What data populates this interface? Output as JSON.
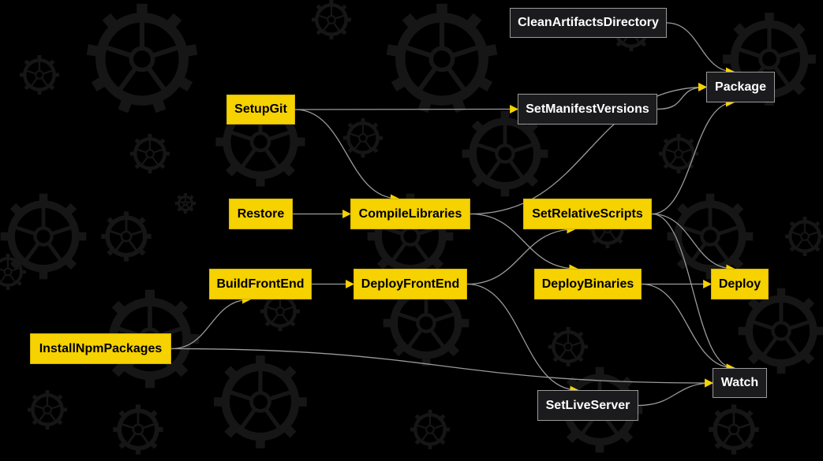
{
  "colors": {
    "background": "#000000",
    "gear": "#161616",
    "edge": "#9a9a9a",
    "arrow": "#f5d200",
    "target_fill": "#f5d200",
    "dark_fill": "#1b1b1e"
  },
  "nodes": {
    "clean": {
      "label": "CleanArtifactsDirectory",
      "style": "dark"
    },
    "package": {
      "label": "Package",
      "style": "dark"
    },
    "setupgit": {
      "label": "SetupGit",
      "style": "target"
    },
    "manifest": {
      "label": "SetManifestVersions",
      "style": "dark"
    },
    "restore": {
      "label": "Restore",
      "style": "target"
    },
    "compile": {
      "label": "CompileLibraries",
      "style": "target"
    },
    "relscripts": {
      "label": "SetRelativeScripts",
      "style": "target"
    },
    "buildfe": {
      "label": "BuildFrontEnd",
      "style": "target"
    },
    "deployfe": {
      "label": "DeployFrontEnd",
      "style": "target"
    },
    "deploybin": {
      "label": "DeployBinaries",
      "style": "target"
    },
    "deploy": {
      "label": "Deploy",
      "style": "target"
    },
    "npm": {
      "label": "InstallNpmPackages",
      "style": "target"
    },
    "watch": {
      "label": "Watch",
      "style": "dark"
    },
    "liveserver": {
      "label": "SetLiveServer",
      "style": "dark"
    }
  },
  "edges": [
    [
      "clean",
      "package"
    ],
    [
      "manifest",
      "package"
    ],
    [
      "compile",
      "package"
    ],
    [
      "relscripts",
      "package"
    ],
    [
      "setupgit",
      "manifest"
    ],
    [
      "setupgit",
      "compile"
    ],
    [
      "restore",
      "compile"
    ],
    [
      "compile",
      "deploybin"
    ],
    [
      "deployfe",
      "relscripts"
    ],
    [
      "relscripts",
      "watch"
    ],
    [
      "deploybin",
      "deploy"
    ],
    [
      "relscripts",
      "deploy"
    ],
    [
      "deploybin",
      "watch"
    ],
    [
      "npm",
      "buildfe"
    ],
    [
      "buildfe",
      "deployfe"
    ],
    [
      "deployfe",
      "liveserver"
    ],
    [
      "npm",
      "watch"
    ],
    [
      "liveserver",
      "watch"
    ]
  ]
}
